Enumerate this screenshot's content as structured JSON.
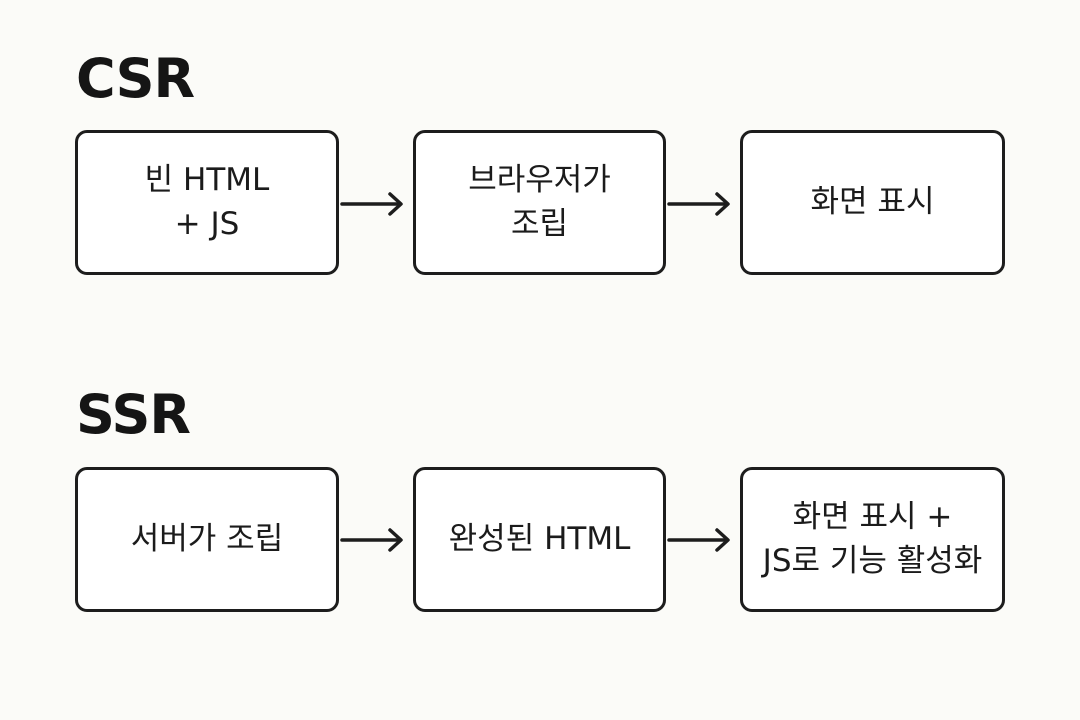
{
  "csr": {
    "title": "CSR",
    "steps": [
      {
        "label": "빈 HTML\n+ JS"
      },
      {
        "label": "브라우저가\n조립"
      },
      {
        "label": "화면 표시"
      }
    ]
  },
  "ssr": {
    "title": "SSR",
    "steps": [
      {
        "label": "서버가 조립"
      },
      {
        "label": "완성된 HTML"
      },
      {
        "label": "화면 표시 +\nJS로 기능 활성화"
      }
    ]
  },
  "colors": {
    "background": "#fbfbf8",
    "stroke": "#1d1d1d",
    "text": "#1b1b1b"
  },
  "icons": {
    "connector": "arrow-right-icon"
  }
}
